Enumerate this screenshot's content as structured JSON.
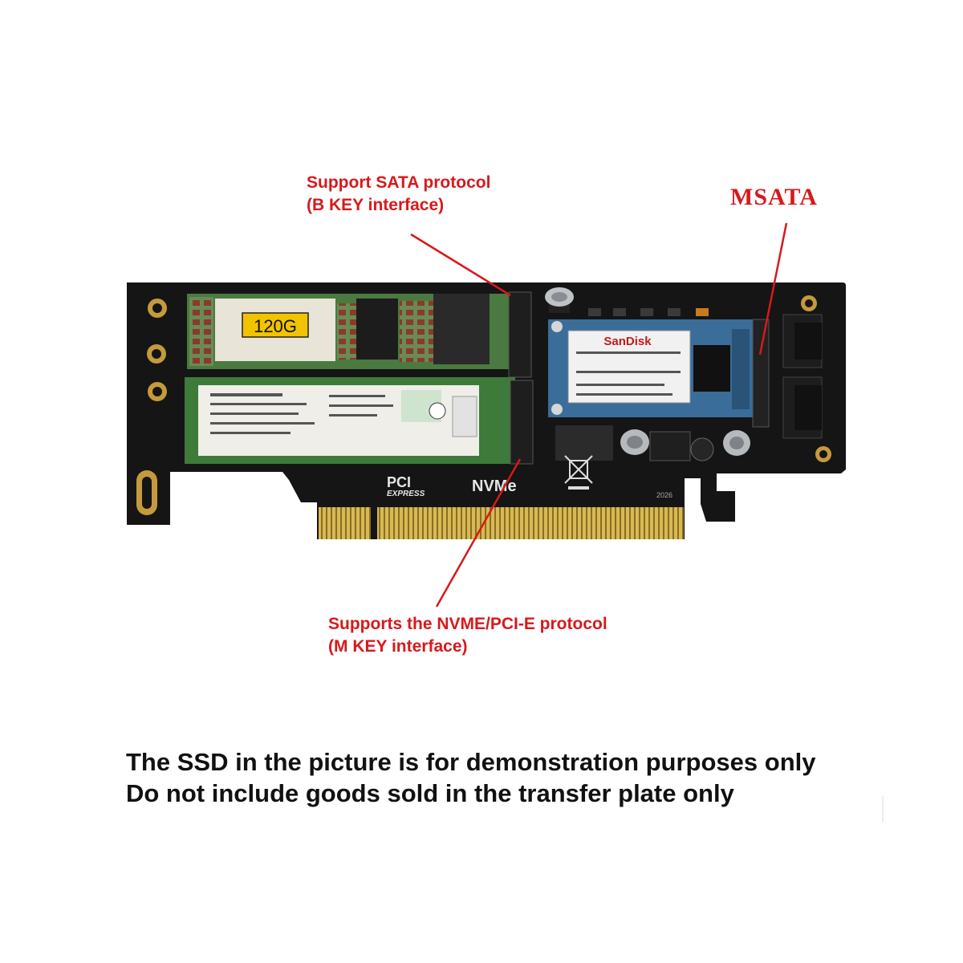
{
  "annotations": {
    "sata": {
      "line1": "Support SATA protocol",
      "line2": "(B KEY interface)"
    },
    "msata": {
      "title": "MSATA"
    },
    "nvme": {
      "line1": "Supports the NVME/PCI-E protocol",
      "line2": "(M KEY interface)"
    }
  },
  "board": {
    "ssd_capacity_label": "120G",
    "msata_brand": "SanDisk",
    "interface_logo_top": "PCI",
    "interface_logo_bottom": "EXPRESS",
    "nvme_label": "NVMe",
    "board_code": "2026"
  },
  "notice": {
    "line1": "The SSD in the picture is for demonstration purposes only",
    "line2": "Do not include goods sold in the transfer plate only"
  },
  "colors": {
    "annotation": "#d7191c",
    "pcb": "#151515",
    "gold_fingers": "#c9a94a",
    "m2_pcb": "#3e7a3a",
    "msata_pcb": "#3a6d9a"
  }
}
